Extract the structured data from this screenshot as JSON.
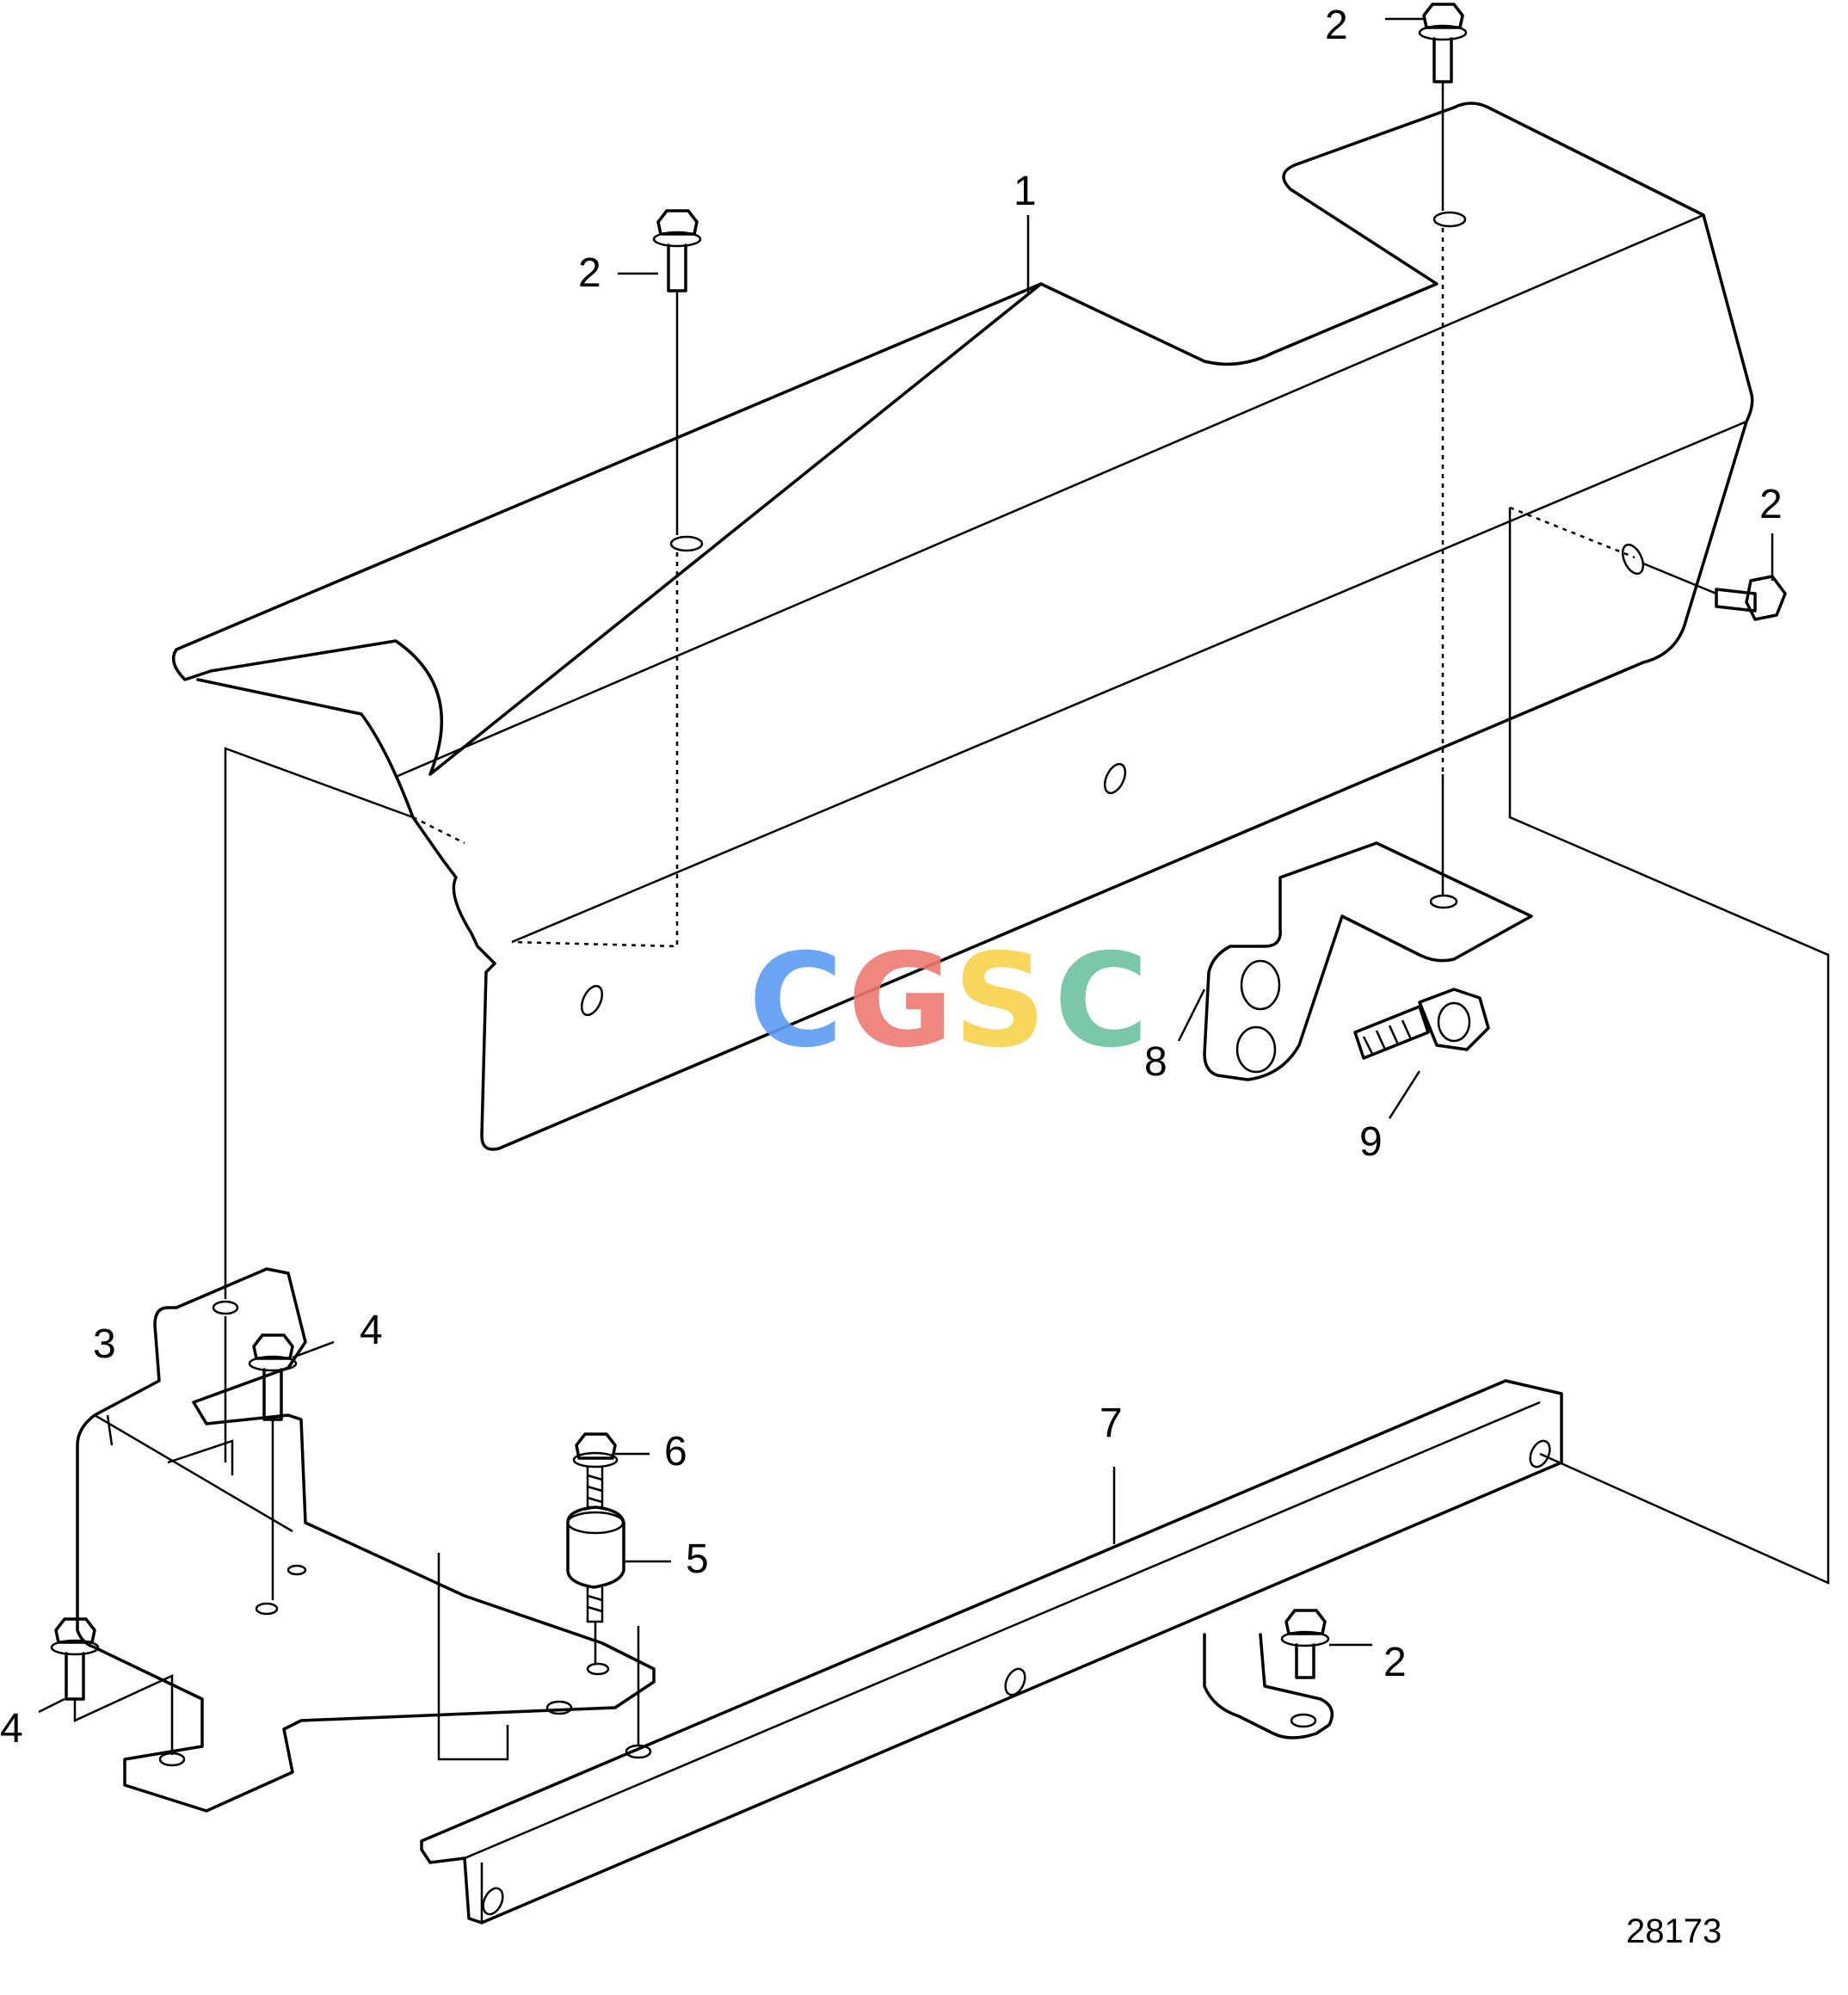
{
  "callouts": {
    "c1": "1",
    "c2a": "2",
    "c2b": "2",
    "c2c": "2",
    "c2d": "2",
    "c3": "3",
    "c4a": "4",
    "c4b": "4",
    "c5": "5",
    "c6": "6",
    "c7": "7",
    "c8": "8",
    "c9": "9"
  },
  "reference_number": "28173",
  "watermark": {
    "letters": [
      "C",
      "G",
      "S",
      "C"
    ],
    "colors": [
      "#5B9CF2",
      "#EE7A72",
      "#F7D24A",
      "#6CC2A0"
    ]
  }
}
